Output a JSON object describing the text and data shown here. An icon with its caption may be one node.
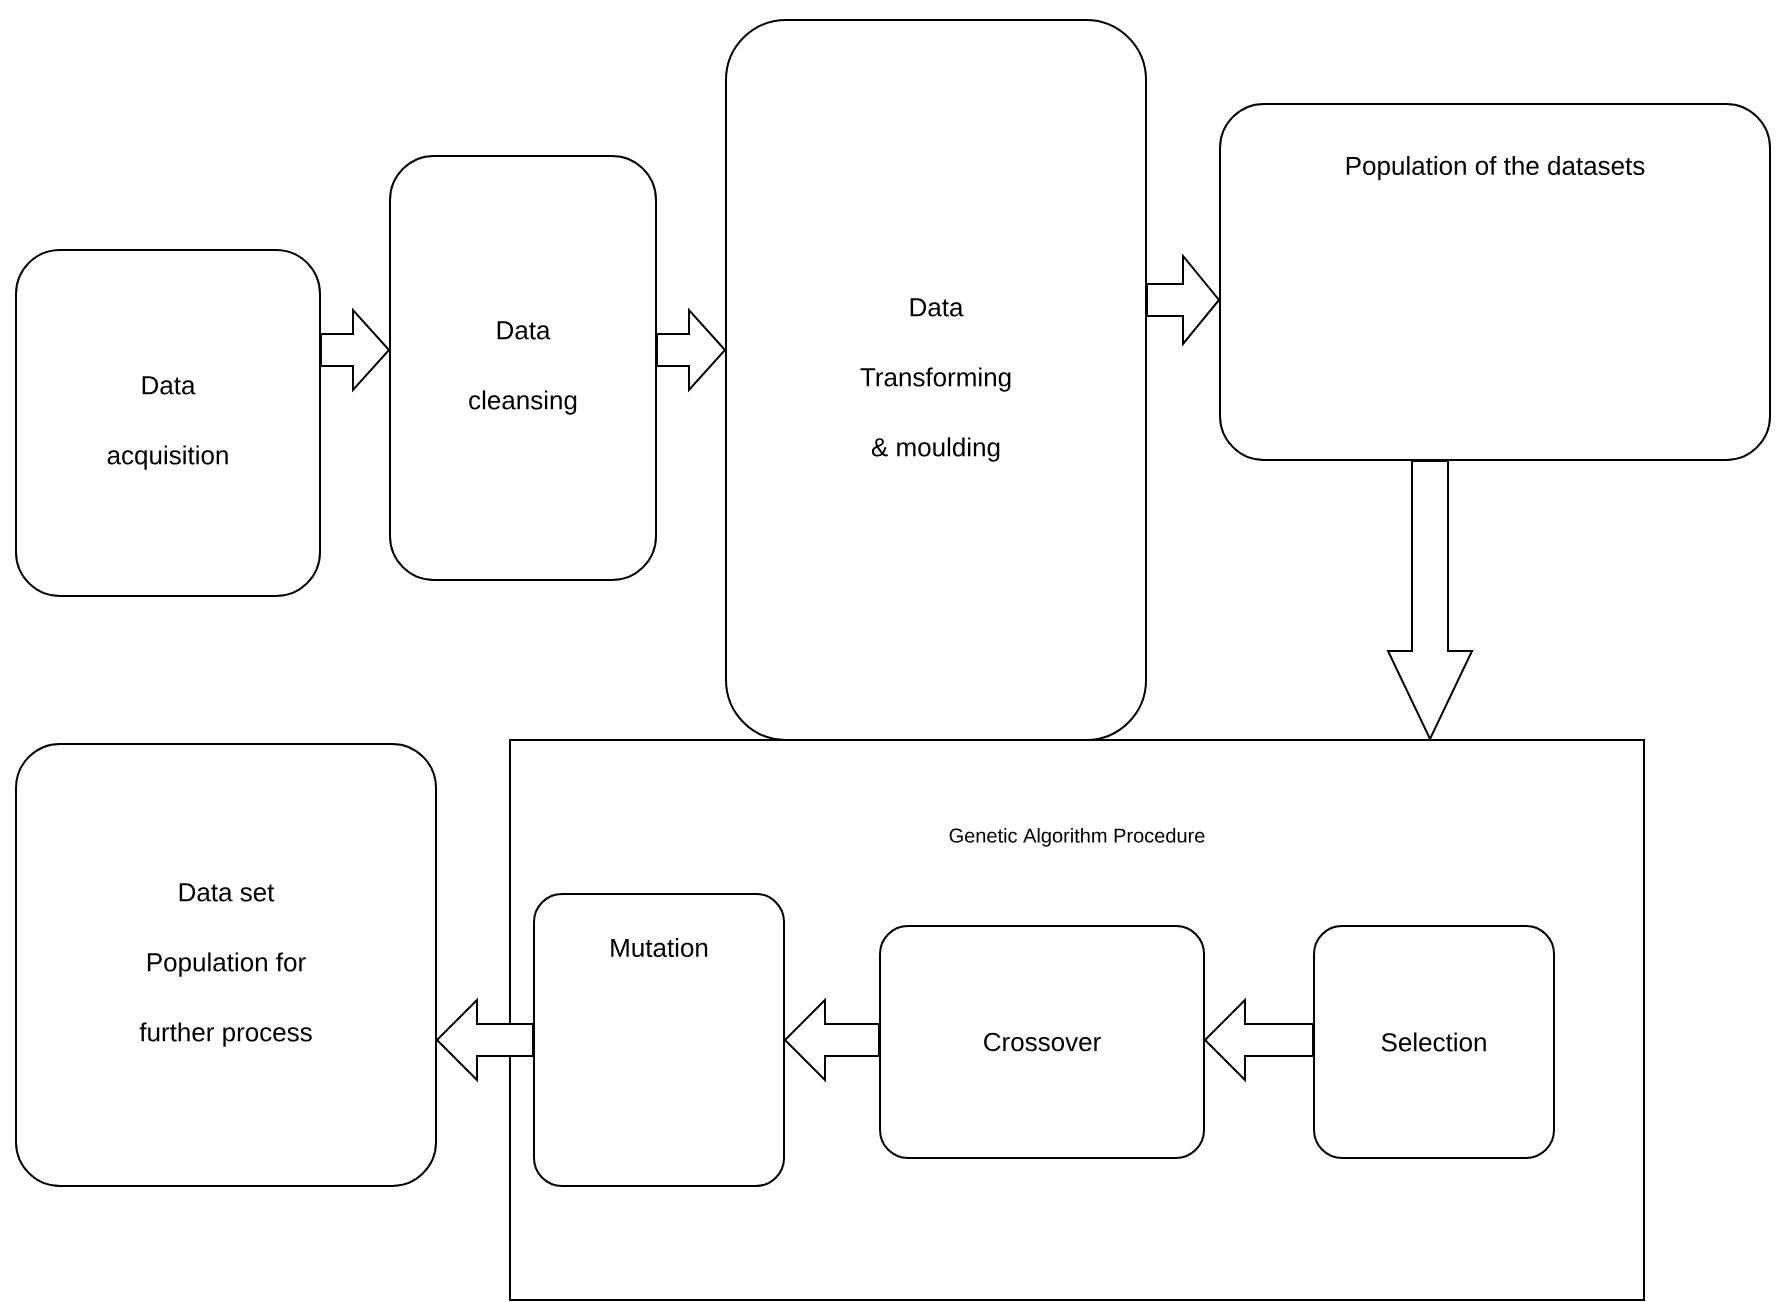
{
  "diagram": {
    "nodes": [
      {
        "text": [
          "Data acquisition"
        ]
      },
      {
        "text": [
          "Data cleansing"
        ]
      },
      {
        "text": [
          "Data Transforming & moulding"
        ]
      },
      {
        "text": [
          "Population of the datasets"
        ]
      },
      {
        "text": [
          "Genetic Algorithm Procedure"
        ]
      },
      {
        "text": [
          "Data set Population for further process"
        ]
      },
      {
        "text": [
          "Mutation"
        ],
        "in": 4
      },
      {
        "text": [
          "Crossover"
        ],
        "in": 4
      },
      {
        "text": [
          "Selection"
        ],
        "in": 4
      }
    ],
    "edges": [
      {
        "from": 0,
        "to": 1,
        "arrow": "to"
      },
      {
        "from": 1,
        "to": 2,
        "arrow": "to"
      },
      {
        "from": 2,
        "to": 3,
        "arrow": "to"
      },
      {
        "from": 3,
        "to": 4,
        "arrow": "to"
      },
      {
        "from": 8,
        "to": 7,
        "arrow": "to"
      },
      {
        "from": 7,
        "to": 6,
        "arrow": "to"
      },
      {
        "from": 6,
        "to": 5,
        "arrow": "to"
      }
    ]
  }
}
